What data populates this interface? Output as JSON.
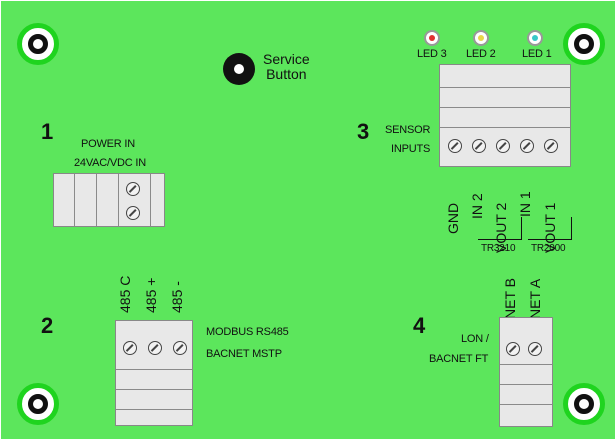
{
  "board": {
    "background": "#5ce65c",
    "service": {
      "line1": "Service",
      "line2": "Button"
    },
    "leds": [
      {
        "label": "LED 3",
        "color": "red"
      },
      {
        "label": "LED 2",
        "color": "yellow"
      },
      {
        "label": "LED 1",
        "color": "cyan"
      }
    ],
    "sections": {
      "power": {
        "number": "1",
        "line1": "POWER IN",
        "line2": "24VAC/VDC IN"
      },
      "modbus": {
        "number": "2",
        "line1": "MODBUS RS485",
        "line2": "BACNET MSTP",
        "pins": [
          "485 C",
          "485 +",
          "485 -"
        ]
      },
      "sensor": {
        "number": "3",
        "line1": "SENSOR",
        "line2": "INPUTS",
        "pins": [
          "GND",
          "IN 2",
          "VOUT 2",
          "IN 1",
          "VOUT 1"
        ],
        "group1": "TR3210",
        "group2": "TR2000"
      },
      "lon": {
        "number": "4",
        "line1": "LON /",
        "line2": "BACNET FT",
        "pins": [
          "NET B",
          "NET A"
        ]
      }
    }
  }
}
